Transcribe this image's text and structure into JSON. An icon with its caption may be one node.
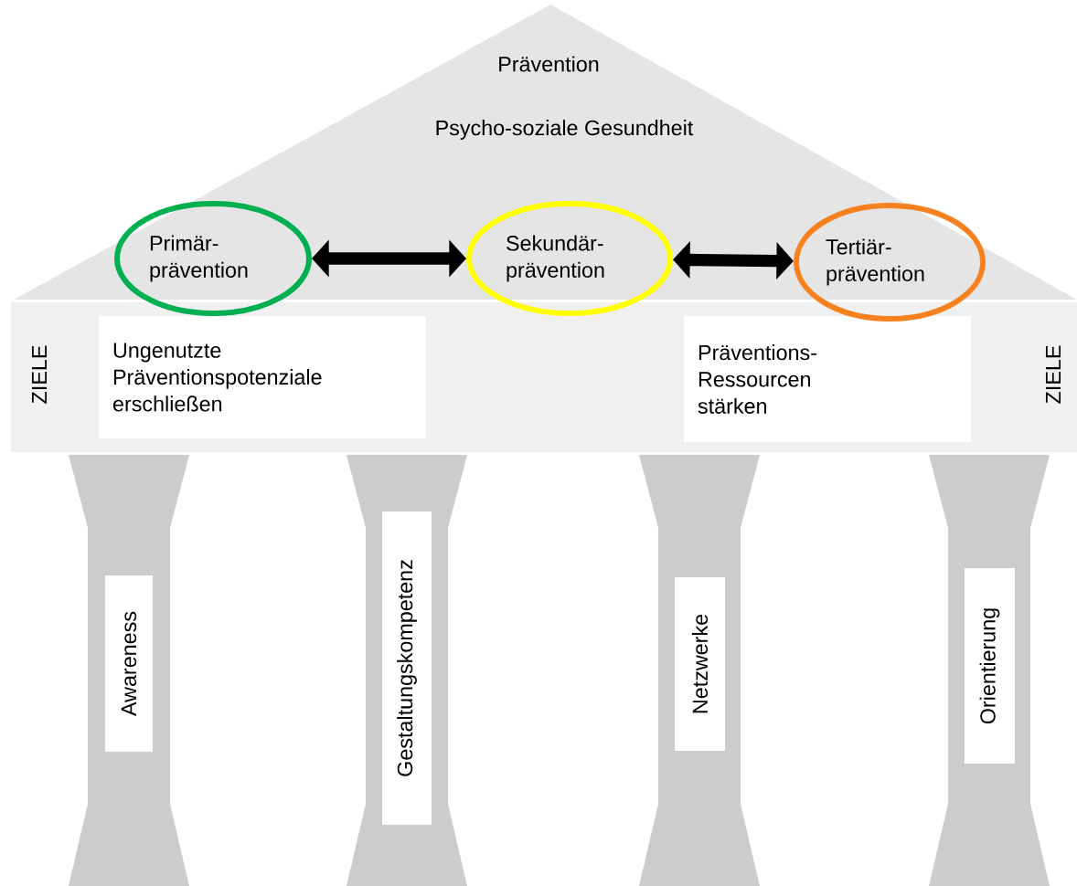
{
  "diagram": {
    "nodes": [
      {
        "text": [
          "Prävention",
          "Psycho-soziale Gesundheit"
        ]
      },
      {
        "text": [
          "Primär- prävention"
        ]
      },
      {
        "text": [
          "Sekundär- prävention"
        ]
      },
      {
        "text": [
          "Tertiär- prävention"
        ]
      },
      {
        "text": [
          "ZIELE",
          "ZIELE"
        ]
      },
      {
        "text": [
          "Ungenutzte Präventionspotenziale erschließen"
        ],
        "in": 4
      },
      {
        "text": [
          "Präventions- Ressourcen stärken"
        ],
        "in": 4
      },
      {
        "text": [],
        "shape": "pillar"
      },
      {
        "text": [
          "Awareness"
        ],
        "in": 7
      },
      {
        "text": [],
        "shape": "pillar"
      },
      {
        "text": [
          "Gestaltungskompetenz"
        ],
        "in": 9
      },
      {
        "text": [],
        "shape": "pillar"
      },
      {
        "text": [
          "Netzwerke"
        ],
        "in": 11
      },
      {
        "text": [],
        "shape": "pillar"
      },
      {
        "text": [
          "Orientierung"
        ],
        "in": 13
      }
    ],
    "edges": [
      {
        "from": 1,
        "to": 2,
        "arrow": "both"
      },
      {
        "from": 2,
        "to": 3,
        "arrow": "both"
      }
    ]
  }
}
